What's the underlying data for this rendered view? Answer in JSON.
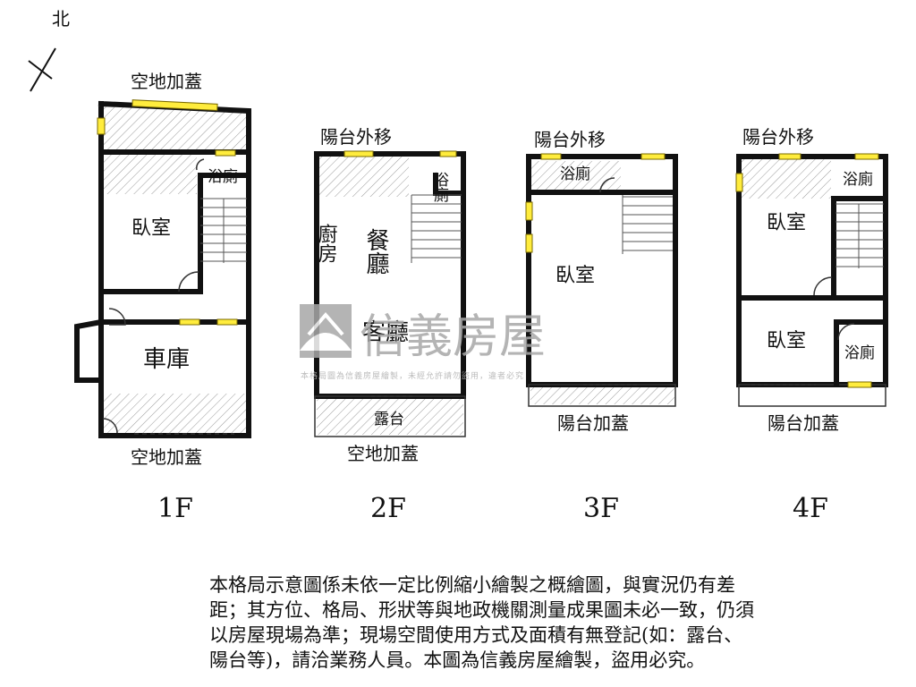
{
  "compass": {
    "label": "北"
  },
  "floors": [
    {
      "name": "1F",
      "labels": {
        "top": "空地加蓋",
        "bath": "浴廁",
        "bedroom": "臥室",
        "garage": "車庫",
        "bottom": "空地加蓋"
      }
    },
    {
      "name": "2F",
      "labels": {
        "top": "陽台外移",
        "bath": "浴廁",
        "kitchen": "廚房",
        "dining": "餐廳",
        "living": "客廳",
        "terrace": "露台",
        "bottom": "空地加蓋"
      }
    },
    {
      "name": "3F",
      "labels": {
        "top": "陽台外移",
        "bath": "浴廁",
        "bedroom": "臥室",
        "bottom": "陽台加蓋"
      }
    },
    {
      "name": "4F",
      "labels": {
        "top": "陽台外移",
        "bath1": "浴廁",
        "bedroom1": "臥室",
        "bedroom2": "臥室",
        "bath2": "浴廁",
        "bottom": "陽台加蓋"
      }
    }
  ],
  "watermark": {
    "brand": "信義房屋",
    "notice": "本格局圖為信義房屋繪製，未經允許請勿盜用，違者必究"
  },
  "disclaimer": {
    "lines": [
      "本格局示意圖係未依一定比例縮小繪製之概繪圖，與實況仍有差",
      "距；其方位、格局、形狀等與地政機關測量成果圖未必一致，仍須",
      "以房屋現場為準；現場空間使用方式及面積有無登記(如：露台、",
      "陽台等)，請洽業務人員。本圖為信義房屋繪製，盜用必究。"
    ]
  }
}
